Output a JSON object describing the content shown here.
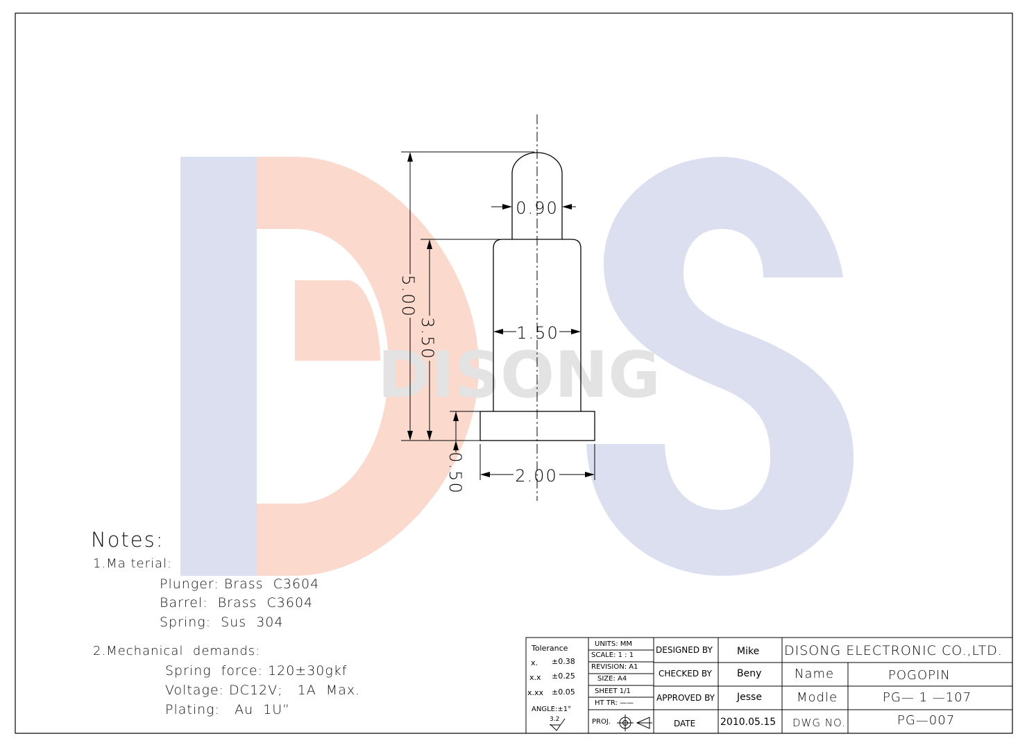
{
  "watermark": {
    "letters": "DS",
    "text": "DISONG",
    "colors": {
      "d_left": "#dcdff0",
      "d_bowl": "#fbd9cd",
      "s": "#dcdff0",
      "text": "#e3e3e3"
    }
  },
  "dimensions": {
    "plunger_width": "0.90",
    "barrel_width": "1.50",
    "flange_width": "2.00",
    "total_length": "5.00",
    "barrel_length": "3.50",
    "flange_thickness": "0.50"
  },
  "notes": {
    "title": "Notes:",
    "material_heading": "1.Ma terial:",
    "material_lines": [
      "Plunger: Brass  C3604",
      "Barrel:  Brass  C3604",
      "Spring:  Sus  304"
    ],
    "mechanical_heading": "2.Mechanical  demands:",
    "mechanical_lines": [
      "Spring  force: 120±30gkf",
      "Voltage: DC12V;   1A  Max.",
      "Plating:   Au  1U”"
    ]
  },
  "title_block": {
    "tolerance": {
      "label": "Tolerance",
      "rows": [
        {
          "key": "x.",
          "value": "±0.38"
        },
        {
          "key": "x.x",
          "value": "±0.25"
        },
        {
          "key": "x.xx",
          "value": "±0.05"
        }
      ],
      "angle": "ANGLE:±1°",
      "finish": "3.2"
    },
    "info": {
      "units": "UNITS:   MM",
      "scale": "SCALE:   1 : 1",
      "revision": "REVISION:  A1",
      "size": "SIZE:     A4",
      "sheet": "SHEET    1/1",
      "ht_tr": "HT  TR:  ——",
      "projection": "PROJ."
    },
    "approvals": [
      {
        "role": "DESIGNED  BY",
        "name": "Mike"
      },
      {
        "role": "CHECKED  BY",
        "name": "Beny"
      },
      {
        "role": "APPROVED  BY",
        "name": "Jesse"
      },
      {
        "role": "DATE",
        "name": "2010.05.15"
      }
    ],
    "company": "DISONG  ELECTRONIC  CO.,LTD.",
    "name_label": "Name",
    "name_value": "POGOPIN",
    "model_label": "Modle",
    "model_value": "PG— 1 —107",
    "dwg_label": "DWG  NO.",
    "dwg_value": "PG—007"
  }
}
